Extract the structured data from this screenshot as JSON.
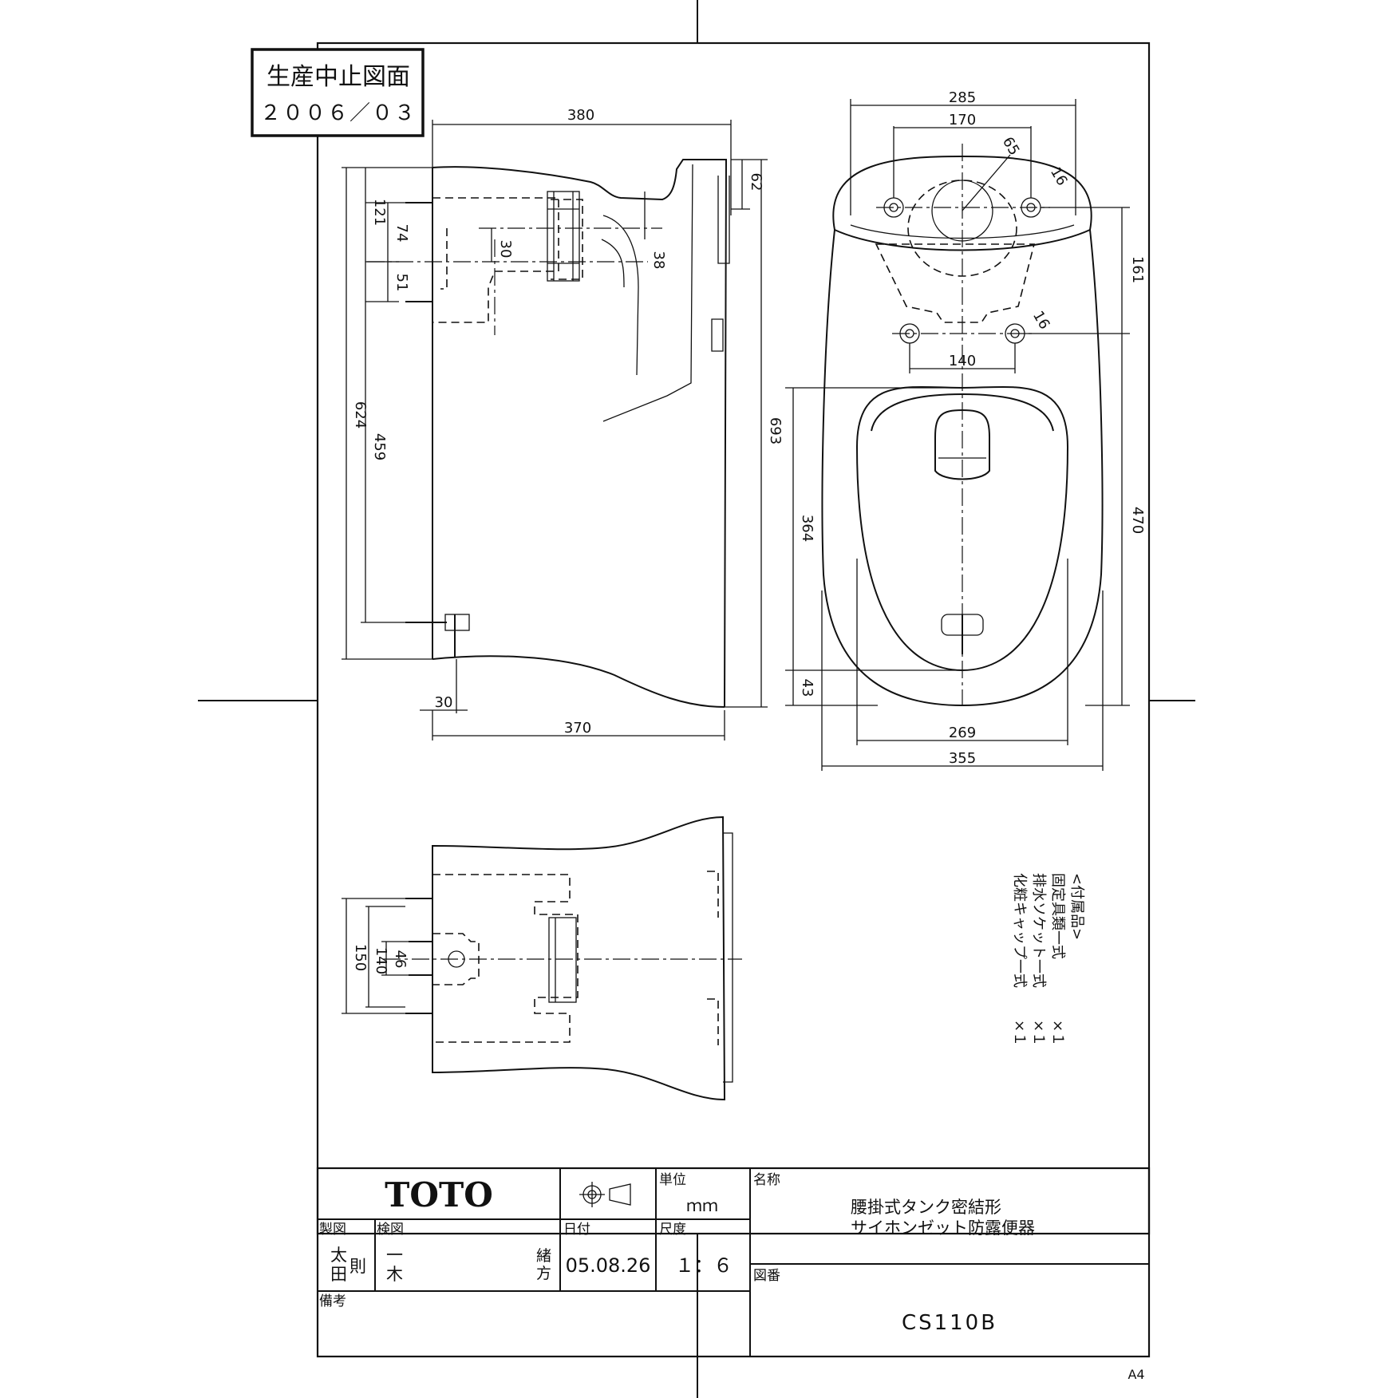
{
  "stamp": {
    "title": "生産中止図面",
    "date": "２００６／０３"
  },
  "side_view_dims": {
    "top_width": "380",
    "top_right": "62",
    "upper_121": "121",
    "upper_74": "74",
    "upper_51": "51",
    "upper_30": "30",
    "upper_38": "38",
    "height_624": "624",
    "height_459": "459",
    "height_693": "693",
    "bottom_30": "30",
    "bottom_width": "370"
  },
  "top_view_dims": {
    "w285": "285",
    "w170": "170",
    "r65": "65",
    "h16a": "16",
    "h16b": "16",
    "h161": "161",
    "w140": "140",
    "h364": "364",
    "h470": "470",
    "h43": "43",
    "w269": "269",
    "w355": "355"
  },
  "bottom_view_dims": {
    "h150": "150",
    "h140": "140",
    "h46": "46"
  },
  "accessories": {
    "title": "<付属品>",
    "items": [
      {
        "name": "固定具類一式",
        "qty": "×１"
      },
      {
        "name": "排水ソケット一式",
        "qty": "×１"
      },
      {
        "name": "化粧キャップ一式",
        "qty": "×１"
      }
    ]
  },
  "title_block": {
    "logo": "TOTO",
    "unit_label": "単位",
    "unit_value": "ｍｍ",
    "name_label": "名称",
    "name_line1": "腰掛式タンク密結形",
    "name_line2": "サイホンゼット防露便器",
    "drawn_label": "製図",
    "drawn_name1": "太",
    "drawn_name2": "田",
    "drawn_stamp": "則",
    "checked_label": "検図",
    "checked_name1": "一",
    "checked_name2": "木",
    "checked_stamp1": "緒",
    "checked_stamp2": "方",
    "date_label": "日付",
    "date_value": "05.08.26",
    "scale_label": "尺度",
    "scale_value": "１：６",
    "drawing_no_label": "図番",
    "drawing_no": "CS110B",
    "remarks_label": "備考"
  },
  "paper_size": "A4"
}
